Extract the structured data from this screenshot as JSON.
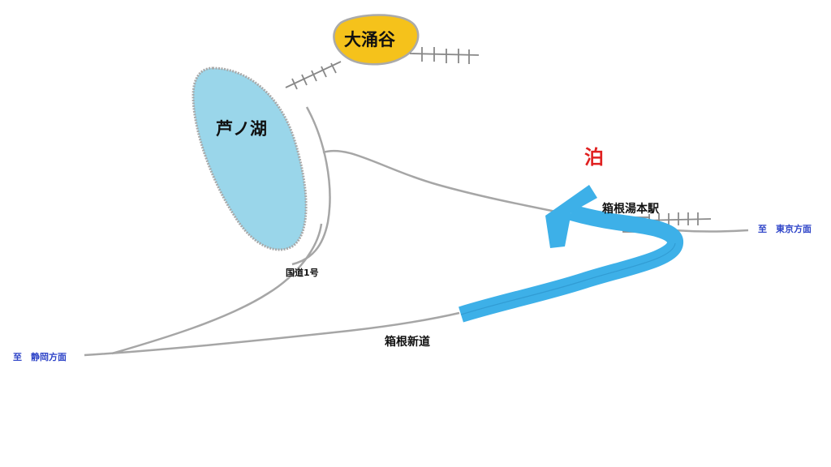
{
  "map": {
    "labels": {
      "owakudani": "大涌谷",
      "ashinoko": "芦ノ湖",
      "stay": "泊",
      "hakone_yumoto": "箱根湯本駅",
      "to_tokyo": "至　東京方面",
      "route1": "国道1号",
      "to_shizuoka": "至　静岡方面",
      "hakone_shindo": "箱根新道"
    },
    "colors": {
      "lake_fill": "#9ad6ea",
      "highlight_yellow": "#f5c21b",
      "route_blue": "#3db0e8",
      "road_gray": "#a6a6a6",
      "stay_red": "#e02020",
      "direction_text_blue": "#2f45c8"
    }
  }
}
